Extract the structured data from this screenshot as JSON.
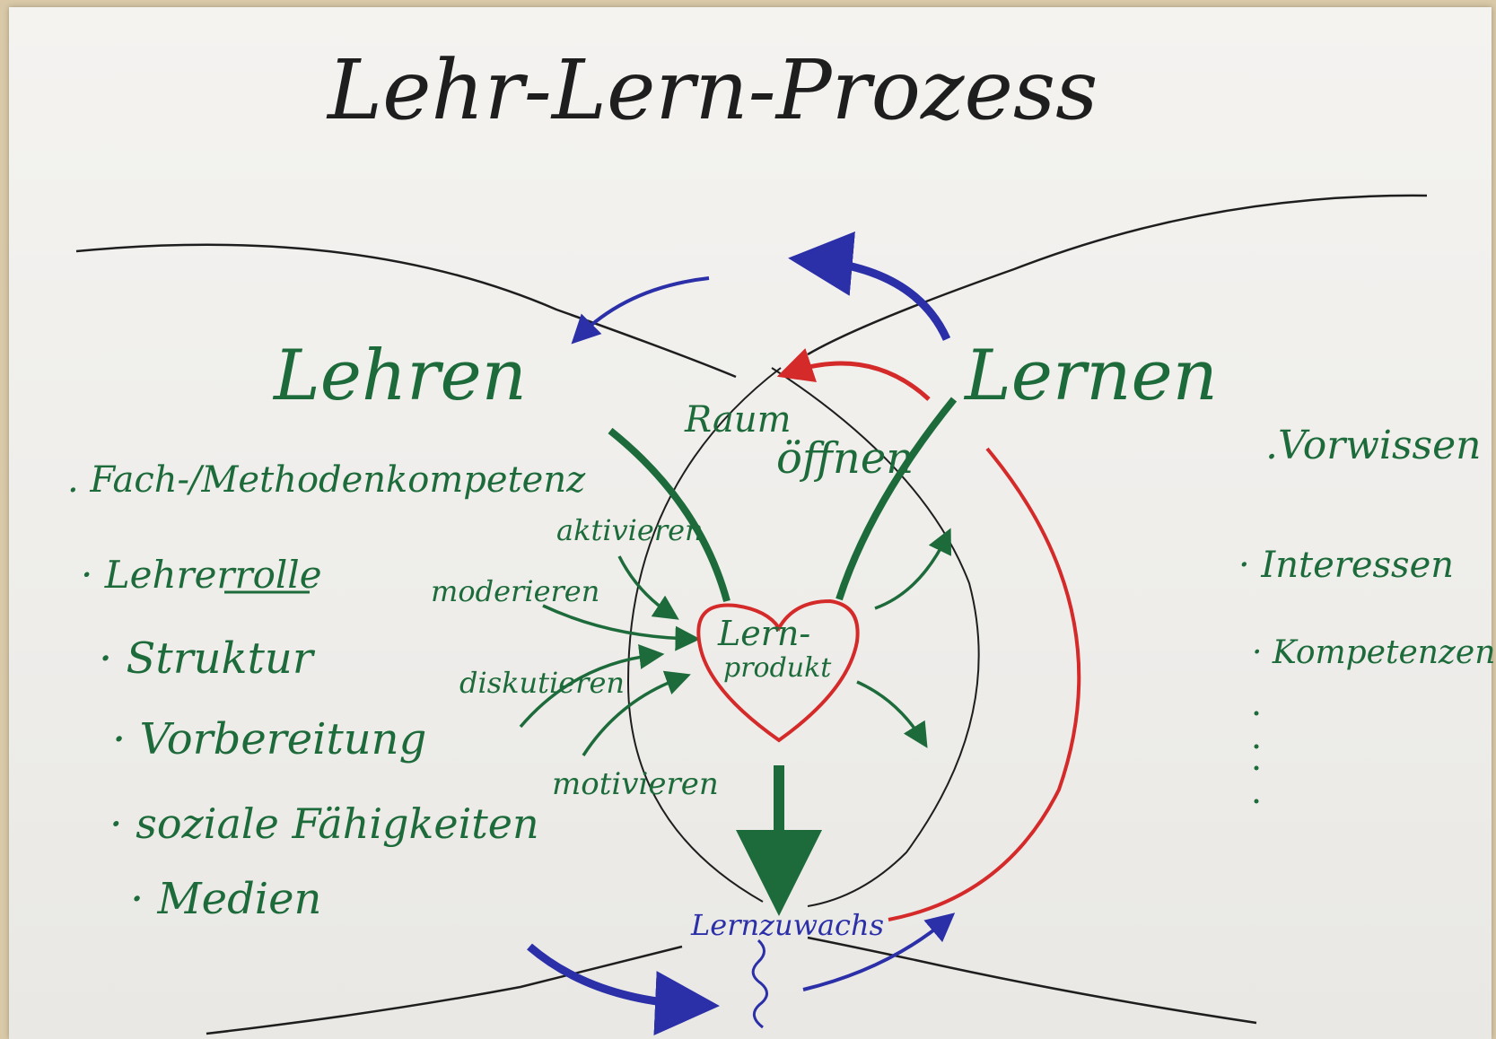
{
  "title": "Lehr-Lern-Prozess",
  "left_heading": "Lehren",
  "right_heading": "Lernen",
  "left_items": [
    ". Fach-/Methodenkompetenz",
    "· Lehrerrolle",
    "· Struktur",
    "· Vorbereitung",
    "· soziale Fähigkeiten",
    "· Medien"
  ],
  "right_items": [
    ".Vorwissen",
    "· Interessen",
    "· Kompetenzen"
  ],
  "center": {
    "raum": "Raum",
    "oeffnen": "öffnen",
    "aktivieren": "aktivieren",
    "moderieren": "moderieren",
    "diskutieren": "diskutieren",
    "motivieren": "motivieren",
    "lern_line1": "Lern-",
    "lern_line2": "produkt",
    "lernzuwachs": "Lernzuwachs"
  },
  "colors": {
    "green": "#1d6b3a",
    "blue": "#2b2fa8",
    "red": "#d42a2a",
    "black": "#1e1e1e"
  }
}
